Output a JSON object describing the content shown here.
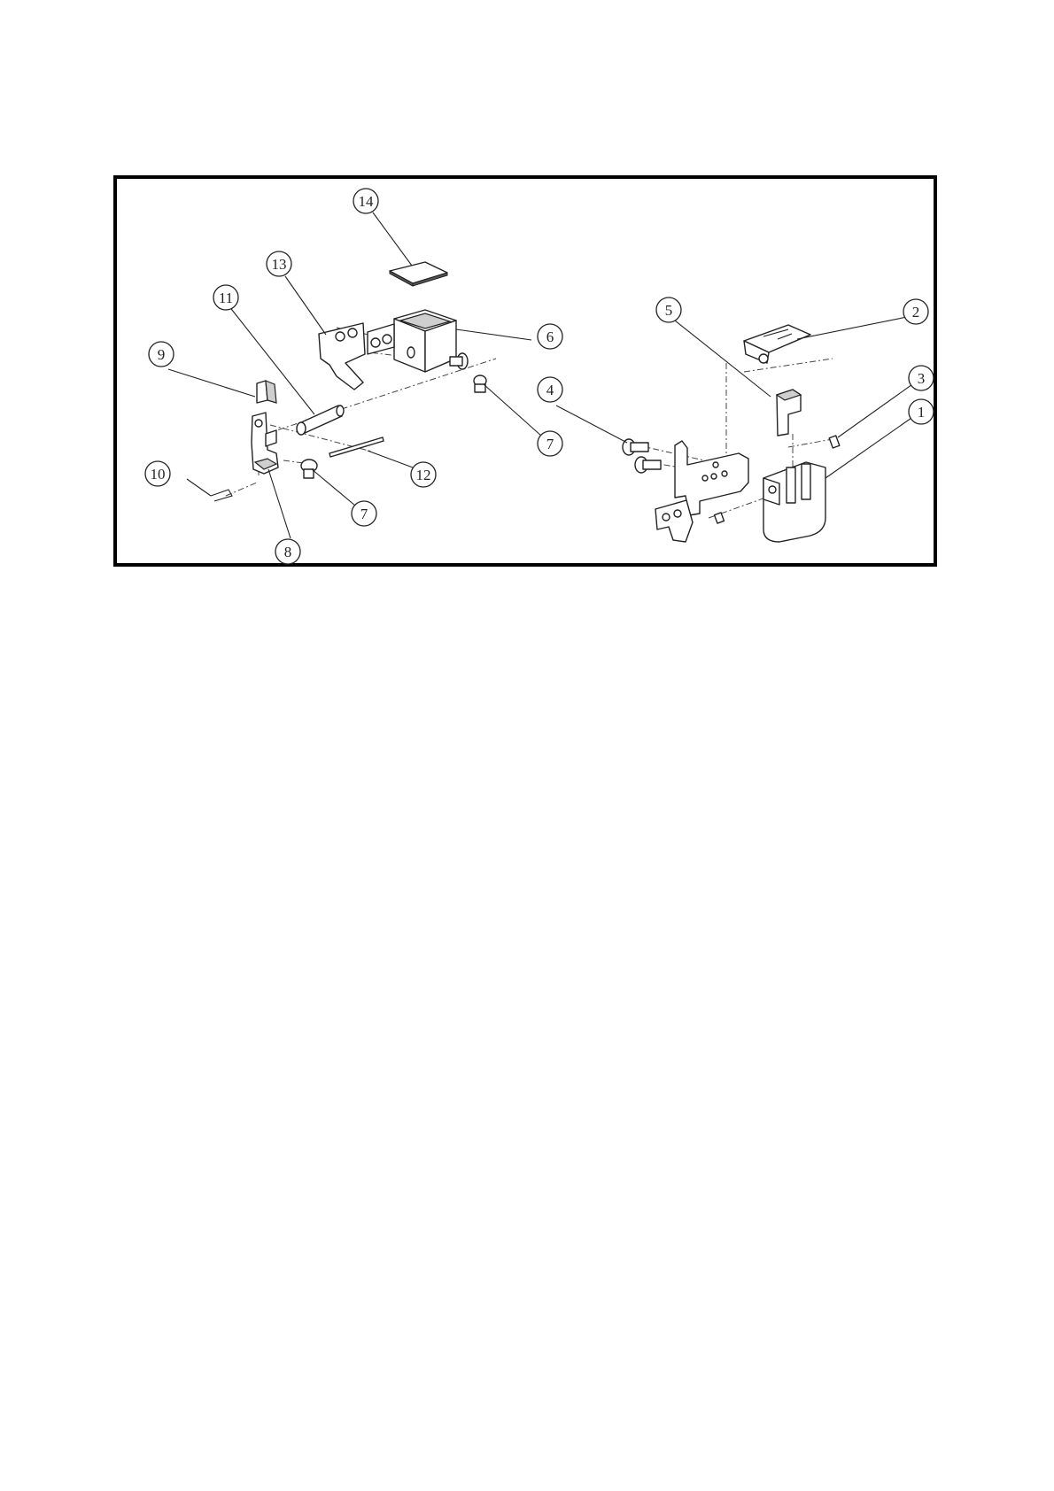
{
  "diagram": {
    "callouts": [
      {
        "id": "c1",
        "label": "1"
      },
      {
        "id": "c2",
        "label": "2"
      },
      {
        "id": "c3",
        "label": "3"
      },
      {
        "id": "c4",
        "label": "4"
      },
      {
        "id": "c5",
        "label": "5"
      },
      {
        "id": "c6",
        "label": "6"
      },
      {
        "id": "c7a",
        "label": "7"
      },
      {
        "id": "c7b",
        "label": "7"
      },
      {
        "id": "c8",
        "label": "8"
      },
      {
        "id": "c9",
        "label": "9"
      },
      {
        "id": "c10",
        "label": "10"
      },
      {
        "id": "c11",
        "label": "11"
      },
      {
        "id": "c12",
        "label": "12"
      },
      {
        "id": "c13",
        "label": "13"
      },
      {
        "id": "c14",
        "label": "14"
      }
    ]
  }
}
